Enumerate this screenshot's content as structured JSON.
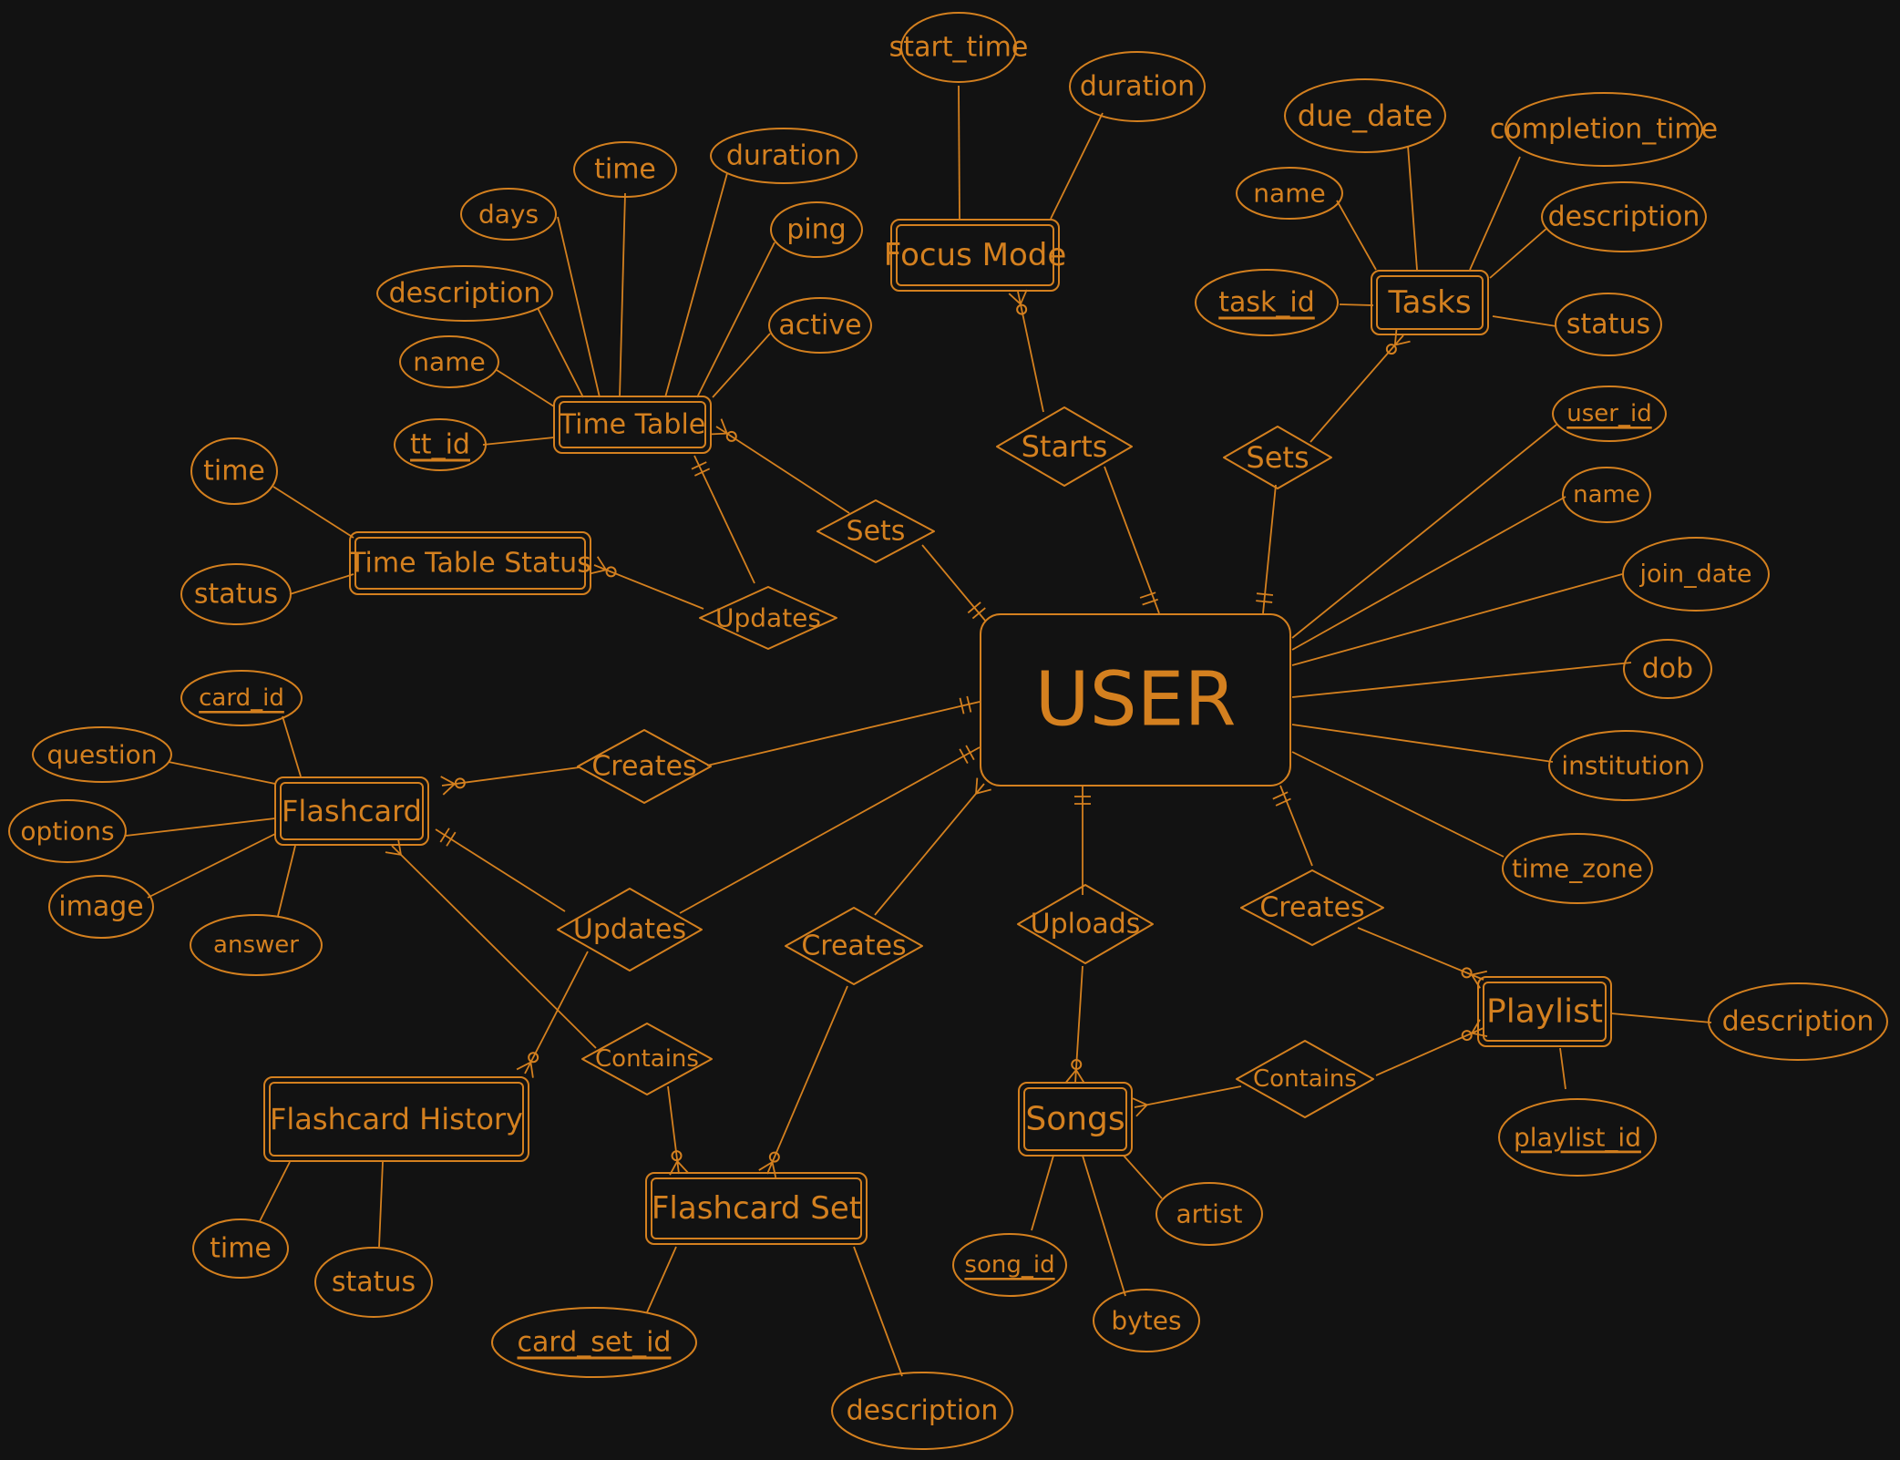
{
  "colors": {
    "background": "#121212",
    "stroke": "#d4801f"
  },
  "entities": {
    "user": "USER",
    "focus_mode": "Focus Mode",
    "tasks": "Tasks",
    "time_table": "Time Table",
    "time_table_status": "Time Table  Status",
    "flashcard": "Flashcard",
    "flashcard_history": "Flashcard History",
    "flashcard_set": "Flashcard  Set",
    "songs": "Songs",
    "playlist": "Playlist"
  },
  "relationships": {
    "starts": "Starts",
    "sets_tasks": "Sets",
    "sets_timetable": "Sets",
    "updates_status": "Updates",
    "creates_flashcard": "Creates",
    "updates_history": "Updates",
    "creates_set": "Creates",
    "contains_cards": "Contains",
    "uploads": "Uploads",
    "creates_playlist": "Creates",
    "contains_songs": "Contains"
  },
  "attributes": {
    "user": [
      "user_id",
      "name",
      "join_date",
      "dob",
      "institution",
      "time_zone"
    ],
    "focus_mode": [
      "start_time",
      "duration"
    ],
    "tasks": [
      "due_date",
      "completion_time",
      "name",
      "description",
      "task_id",
      "status"
    ],
    "time_table": [
      "time",
      "duration",
      "days",
      "ping",
      "description",
      "active",
      "name",
      "tt_id"
    ],
    "time_table_status": [
      "time",
      "status"
    ],
    "flashcard": [
      "card_id",
      "question",
      "options",
      "image",
      "answer"
    ],
    "flashcard_history": [
      "time",
      "status"
    ],
    "flashcard_set": [
      "card_set_id",
      "description"
    ],
    "songs": [
      "artist",
      "song_id",
      "bytes"
    ],
    "playlist": [
      "description",
      "playlist_id"
    ]
  }
}
